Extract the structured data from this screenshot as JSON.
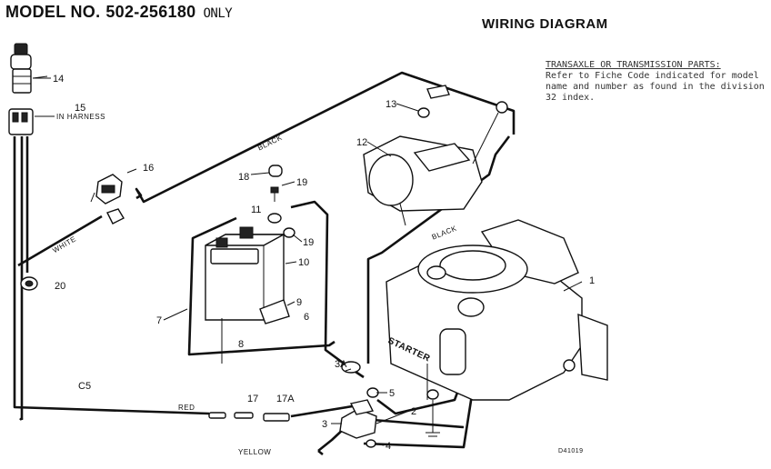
{
  "header": {
    "model_label": "MODEL NO.",
    "model_number": "502-256180",
    "model_suffix": "ONLY",
    "diagram_title": "WIRING DIAGRAM"
  },
  "note": {
    "heading": "TRANSAXLE OR TRANSMISSION PARTS:",
    "body": "Refer to Fiche Code indicated for model name and number as found in the division 32 index."
  },
  "wire_labels": {
    "black_top": "BLACK",
    "black_right": "BLACK",
    "white": "WHITE",
    "red": "RED",
    "yellow": "YELLOW",
    "starter": "STARTER",
    "in_harness": "IN HARNESS"
  },
  "callouts": {
    "c1": "1",
    "c2": "2",
    "c3": "3",
    "c3a": "3A",
    "c4": "4",
    "c5": "5",
    "c6": "6",
    "c7": "7",
    "c8": "8",
    "c9": "9",
    "c10": "10",
    "c11": "11",
    "c12": "12",
    "c13": "13",
    "c14": "14",
    "c15": "15",
    "c16": "16",
    "c17": "17",
    "c17a": "17A",
    "c18": "18",
    "c19a": "19",
    "c19b": "19",
    "c20": "20"
  },
  "code_c5": "C5",
  "drawing_id": "D41019"
}
